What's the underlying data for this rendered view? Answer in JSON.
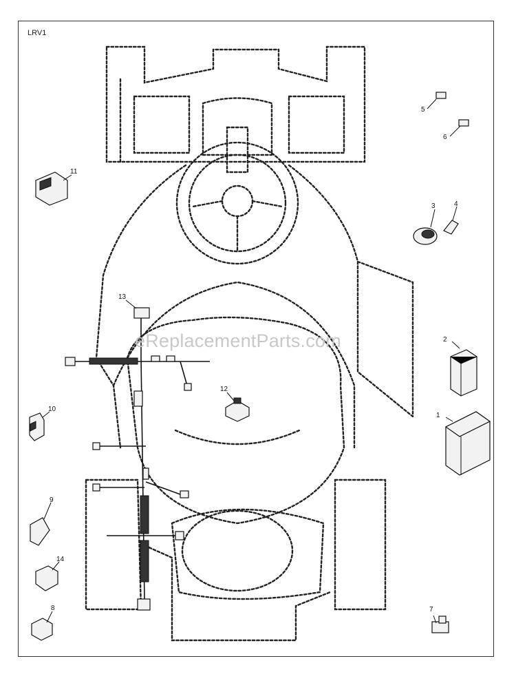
{
  "diagram": {
    "code": "LRV1",
    "watermark": "eReplacementParts.com",
    "callouts": [
      "1",
      "2",
      "3",
      "4",
      "5",
      "6",
      "7",
      "8",
      "9",
      "10",
      "11",
      "12",
      "13",
      "14"
    ]
  }
}
